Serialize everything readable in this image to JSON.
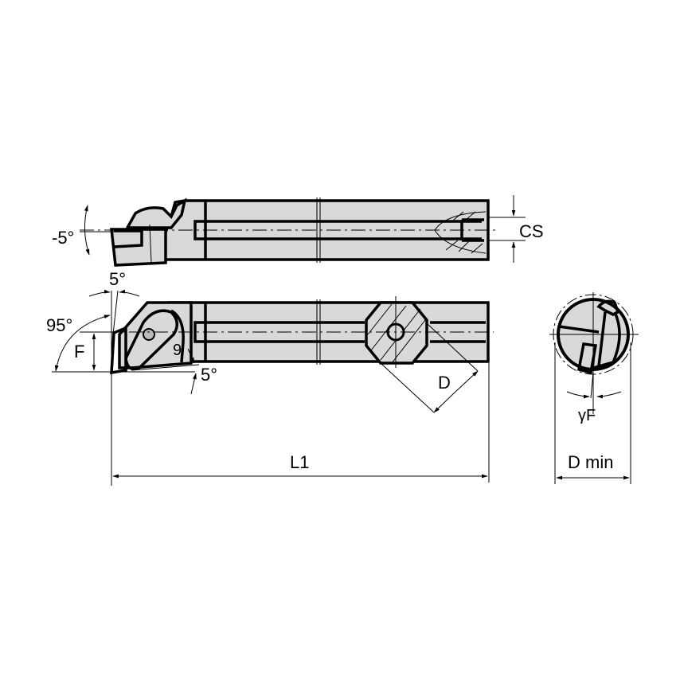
{
  "drawing": {
    "title": "Boring bar with screw-clamp insert holder and coolant channel",
    "views": [
      "side-view",
      "top-view",
      "end-view"
    ],
    "colors": {
      "body_fill": "#d9d9d9",
      "line": "#000000",
      "background": "#ffffff"
    }
  },
  "labels": {
    "inclination_angle": "-5°",
    "coolant_size": "CS",
    "clearance_top": "5°",
    "lead_angle": "95°",
    "offset": "F",
    "clearance_bottom": "5°",
    "shank_diameter": "D",
    "overall_length": "L1",
    "rake_angle": "γF",
    "min_bore_diameter": "D min"
  }
}
